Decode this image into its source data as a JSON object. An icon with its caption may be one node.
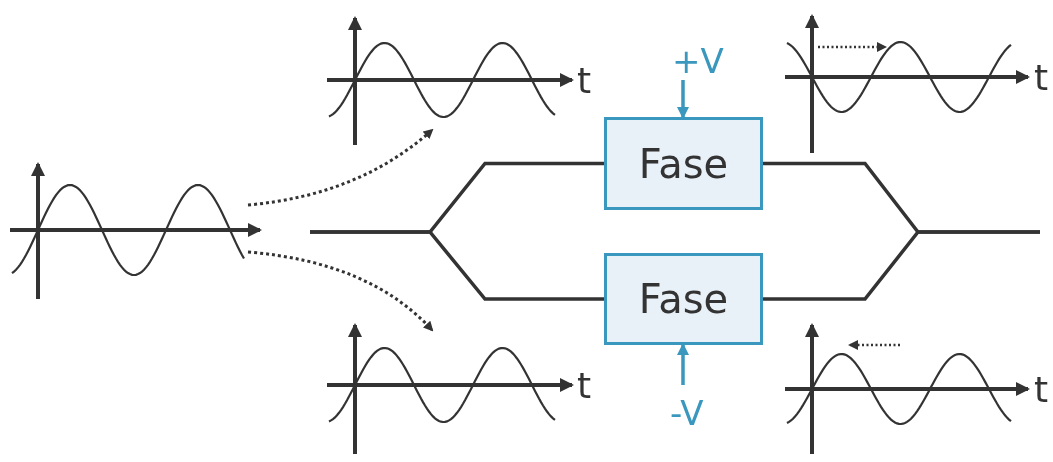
{
  "diagram": {
    "nodes": [
      {
        "text": [],
        "shape": "picture"
      },
      {
        "text": [],
        "shape": "picture"
      },
      {
        "text": [
          "+V"
        ]
      },
      {
        "text": [
          "Fase"
        ]
      },
      {
        "text": [],
        "shape": "picture"
      },
      {
        "text": [],
        "shape": "picture"
      },
      {
        "text": [
          "Fase"
        ]
      },
      {
        "text": [],
        "shape": "picture"
      },
      {
        "text": [
          "-V"
        ]
      }
    ],
    "edges": [
      {
        "from": 0,
        "to": 1,
        "arrow": "to",
        "style": "dashed"
      },
      {
        "from": 0,
        "to": 5,
        "arrow": "to",
        "style": "dashed"
      },
      {
        "from": 2,
        "to": 3,
        "arrow": "to",
        "color": "#3a97bd"
      },
      {
        "from": 8,
        "to": 6,
        "arrow": "to",
        "color": "#3a97bd"
      },
      {
        "from": null,
        "to": 3,
        "arrow": "none"
      },
      {
        "from": null,
        "to": 6,
        "arrow": "none"
      },
      {
        "from": 3,
        "to": null,
        "arrow": "none"
      },
      {
        "from": 6,
        "to": null,
        "arrow": "none"
      }
    ],
    "labels": [
      "t",
      "t",
      "t",
      "t"
    ]
  }
}
